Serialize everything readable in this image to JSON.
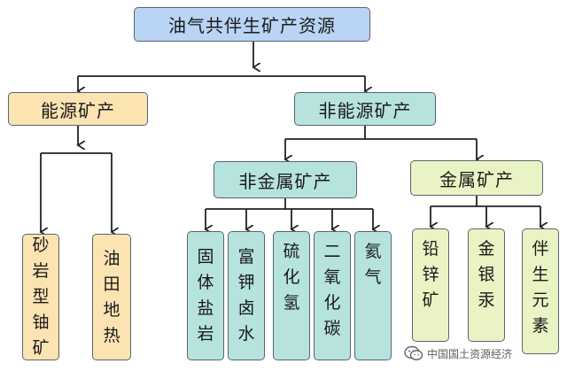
{
  "root": "油气共伴生矿产资源",
  "level1": {
    "energy": "能源矿产",
    "non_energy": "非能源矿产"
  },
  "level2": {
    "non_metal": "非金属矿产",
    "metal": "金属矿产"
  },
  "energy_items": [
    [
      "砂",
      "岩",
      "型",
      "铀",
      "矿"
    ],
    [
      "油",
      "田",
      "地",
      "热"
    ]
  ],
  "non_metal_items": [
    [
      "固",
      "体",
      "盐",
      "岩"
    ],
    [
      "富",
      "钾",
      "卤",
      "水"
    ],
    [
      "硫",
      "化",
      "氢"
    ],
    [
      "二",
      "氧",
      "化",
      "碳"
    ],
    [
      "氦",
      "气"
    ]
  ],
  "metal_items": [
    [
      "铅",
      "锌",
      "矿"
    ],
    [
      "金",
      "银",
      "汞"
    ],
    [
      "伴",
      "生",
      "元",
      "素"
    ]
  ],
  "watermark": "中国国土资源经济",
  "colors": {
    "root": "#b9d4f4",
    "energy": "#fbe3b2",
    "non_energy": "#b6e3de",
    "metal": "#eaf3c3",
    "line": "#222222"
  }
}
